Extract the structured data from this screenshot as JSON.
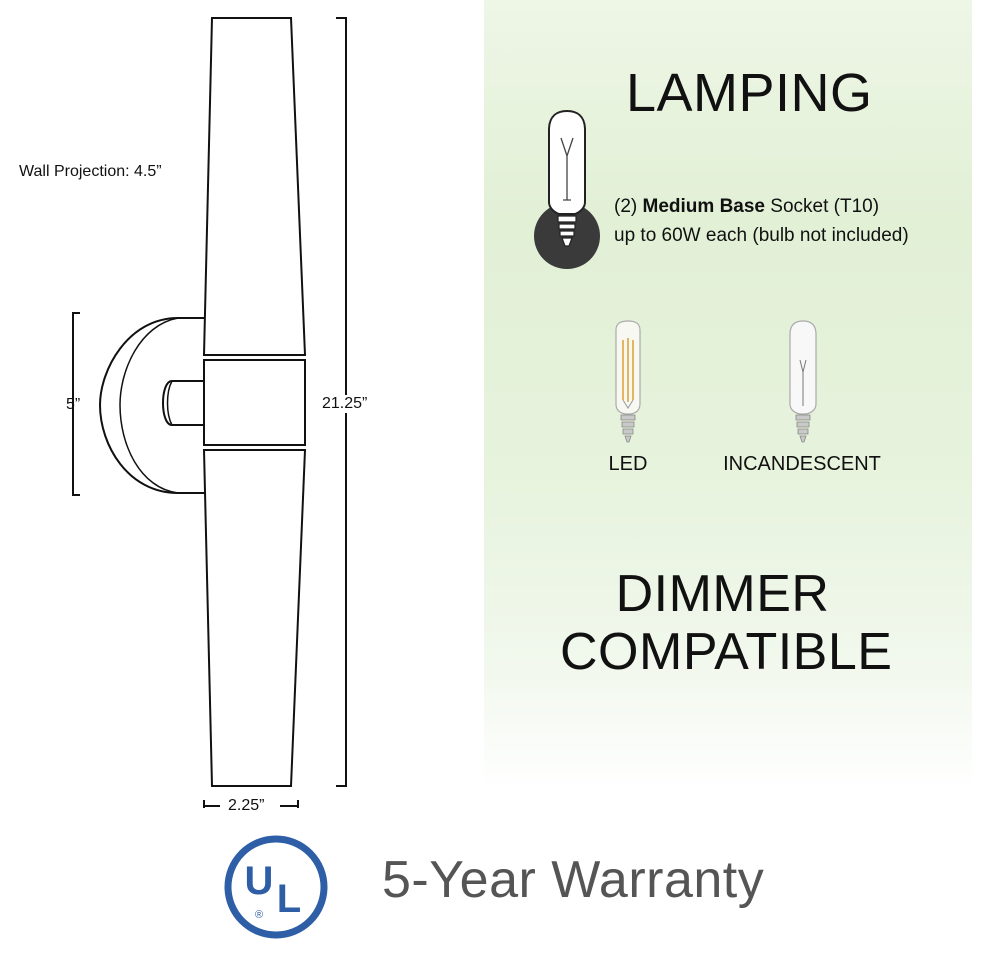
{
  "dimensions": {
    "wall_projection": "Wall Projection: 4.5”",
    "backplate_height": "5”",
    "overall_height": "21.25”",
    "width": "2.25”"
  },
  "lamping": {
    "heading": "LAMPING",
    "socket_count": "(2)",
    "socket_type": "Medium Base",
    "socket_suffix": "Socket (T10)",
    "wattage": "up to 60W each (bulb not included)",
    "bulb_options": [
      "LED",
      "INCANDESCENT"
    ]
  },
  "dimmer": {
    "line1": "DIMMER",
    "line2": "COMPATIBLE"
  },
  "certification": {
    "mark_letters": "UL",
    "registered": "®",
    "color": "#2e5ea6"
  },
  "warranty": "5-Year Warranty"
}
